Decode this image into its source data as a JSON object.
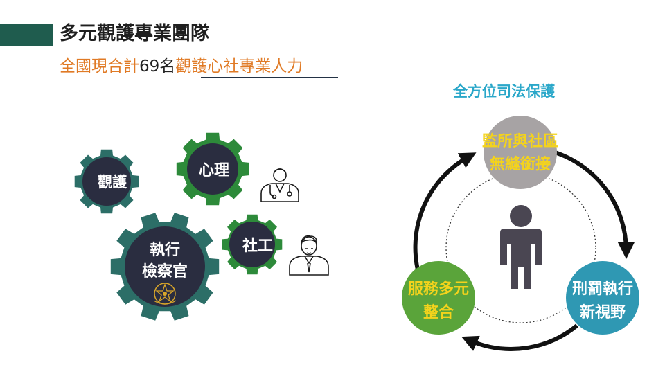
{
  "header": {
    "title": "多元觀護專業團隊",
    "subtitle_part1": "全國現合計",
    "subtitle_part2": "69名",
    "subtitle_part3": "觀護心社專業人力"
  },
  "gears": {
    "probation": {
      "line1": "觀護"
    },
    "psychology": {
      "line1": "心理"
    },
    "social_work": {
      "line1": "社工"
    },
    "prosecutor": {
      "line1": "執行",
      "line2": "檢察官"
    }
  },
  "protection": {
    "title": "全方位司法保護",
    "nodes": {
      "top": {
        "line1": "監所與社區",
        "line2": "無縫銜接"
      },
      "right": {
        "line1": "刑罰執行",
        "line2": "新視野"
      },
      "left": {
        "line1": "服務多元",
        "line2": "整合"
      }
    }
  },
  "colors": {
    "accent_bar": "#1f5c4e",
    "teal_gear": "#2c6e67",
    "green_gear": "#2d8a3a",
    "gear_core": "#2a2d40",
    "orange_text": "#e07a25",
    "title_blue": "#2aa7c9",
    "node_gray": "#a7a3a4",
    "node_green": "#5aa43a",
    "node_blue": "#2f98b3",
    "node_text_yellow": "#f4d31c",
    "person": "#4a4652"
  },
  "icons": [
    "doctor-icon",
    "social-worker-icon",
    "emblem-icon",
    "person-icon",
    "cycle-arrow-icon"
  ]
}
